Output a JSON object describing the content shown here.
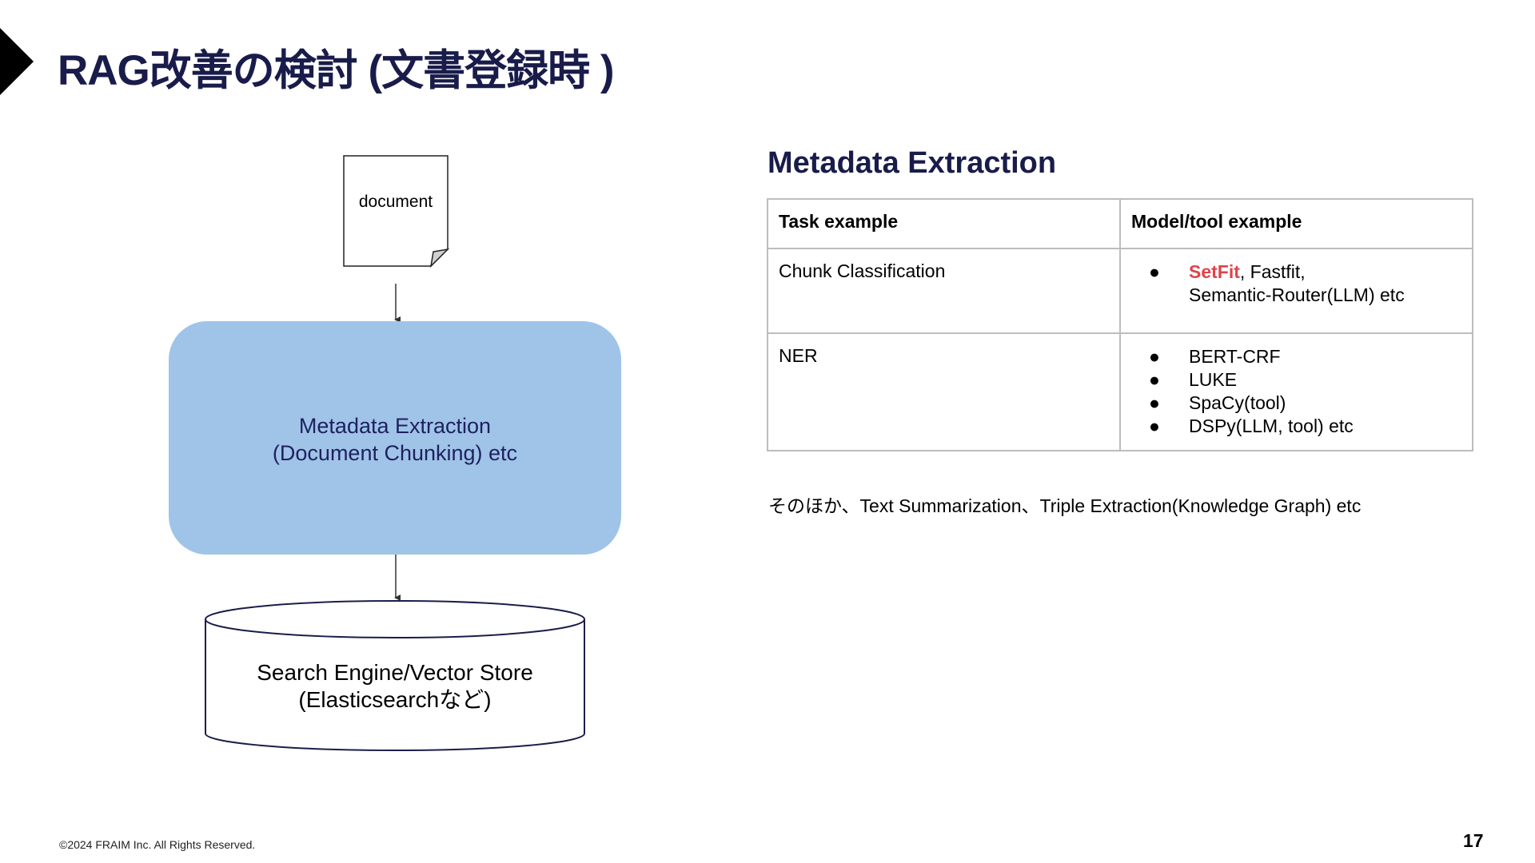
{
  "slide": {
    "title": "RAG改善の検討 (文書登録時 )",
    "page_number": "17",
    "copyright": "©2024 FRAIM Inc. All Rights Reserved."
  },
  "diagram": {
    "document_label": "document",
    "process_label_line1": "Metadata Extraction",
    "process_label_line2": "(Document Chunking) etc",
    "store_label_line1": "Search Engine/Vector Store",
    "store_label_line2": "(Elasticsearchなど)"
  },
  "section": {
    "heading": "Metadata Extraction",
    "table": {
      "headers": [
        "Task example",
        "Model/tool example"
      ],
      "rows": [
        {
          "task": "Chunk Classification",
          "tools": [
            {
              "highlight": "SetFit",
              "rest": ", Fastfit,",
              "line2": "Semantic-Router(LLM) etc"
            }
          ]
        },
        {
          "task": "NER",
          "tools": [
            "BERT-CRF",
            "LUKE",
            "SpaCy(tool)",
            "DSPy(LLM, tool) etc"
          ]
        }
      ]
    },
    "note": "そのほか、Text Summarization、Triple Extraction(Knowledge Graph) etc"
  },
  "colors": {
    "title": "#191c4a",
    "process_fill": "#a0c4e8",
    "process_text": "#1f2160",
    "highlight": "#e0434a",
    "table_border": "#bdbdbd"
  },
  "icons": {
    "bullet": "●"
  }
}
